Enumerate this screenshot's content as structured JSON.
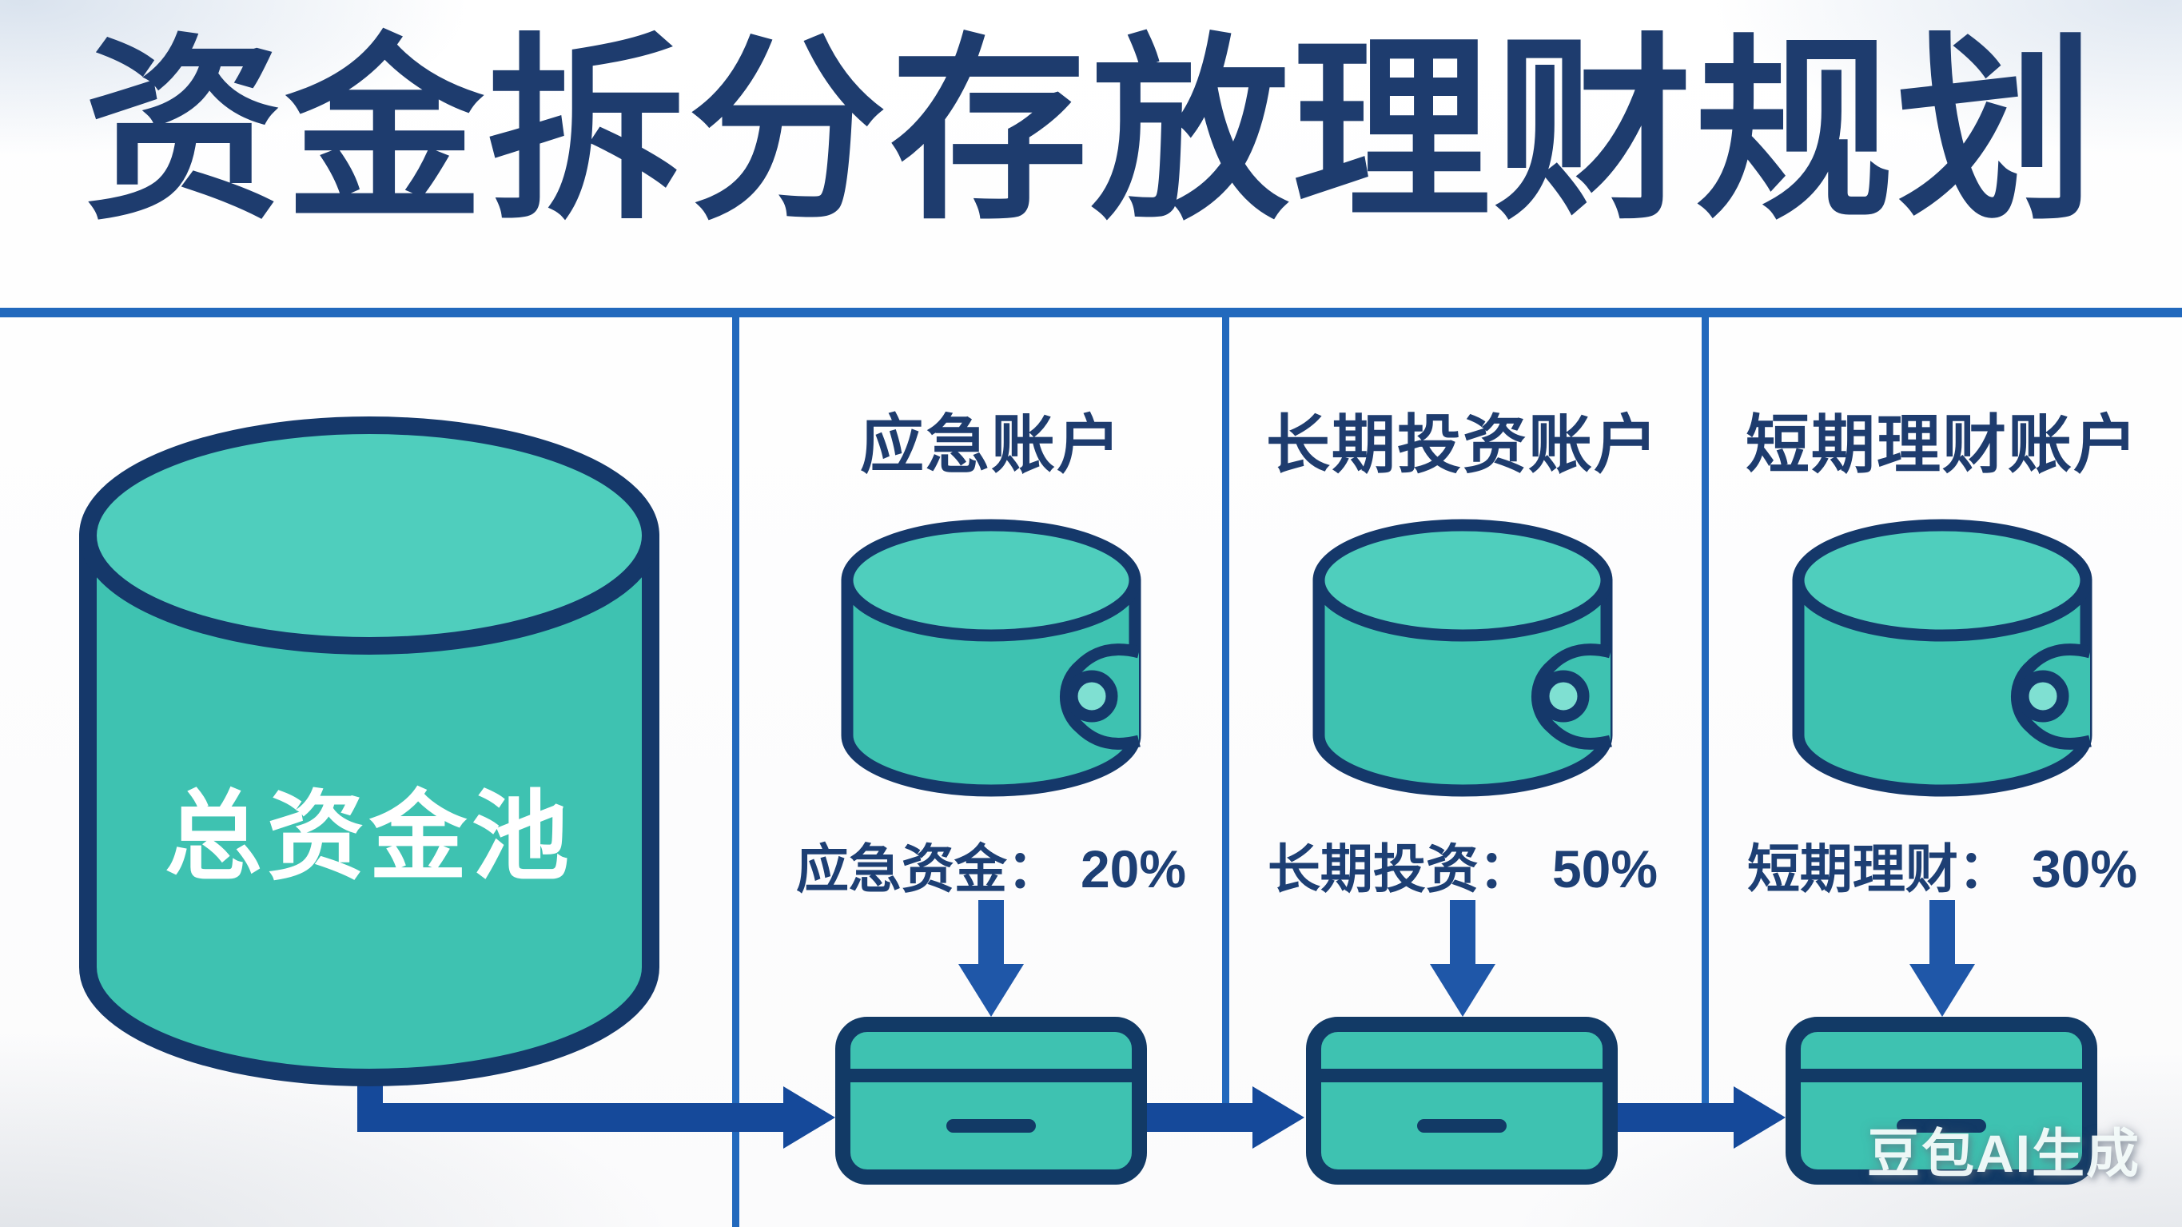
{
  "title": "资金拆分存放理财规划",
  "source": {
    "pool_label": "总资金池"
  },
  "columns": [
    {
      "header": "应急账户",
      "label": "应急资金：",
      "value": "20%"
    },
    {
      "header": "长期投资账户",
      "label": "长期投资：",
      "value": "50%"
    },
    {
      "header": "短期理财账户",
      "label": "短期理财：",
      "value": "30%"
    }
  ],
  "watermark": "豆包AI生成",
  "colors": {
    "navy_outline": "#15386a",
    "title_navy": "#1e3c6e",
    "flow_blue": "#15499a",
    "divider_blue": "#2269bd",
    "teal_fill": "#3ec2b1",
    "teal_top": "#4fcebd"
  }
}
